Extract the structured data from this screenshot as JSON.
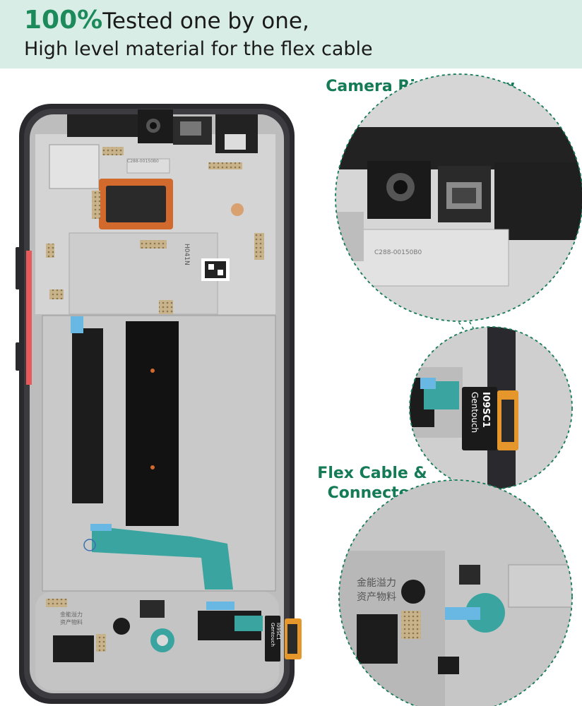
{
  "banner": {
    "highlight": "100%",
    "line1_rest": "Tested one by one,",
    "line2": "High level material for the flex cable"
  },
  "callouts": {
    "camera": "Camera Ring & Screw",
    "flex_line1": "Flex Cable &",
    "flex_line2": "Connecter"
  },
  "product": {
    "flex_brand": "Gentouch",
    "flex_code": "I09SC1",
    "frame_code": "H041N",
    "frame_part": "C288-00150B0",
    "cn_text_1": "金能溢力",
    "cn_text_2": "资产物料"
  },
  "colors": {
    "banner_bg": "#d9ede7",
    "accent_green": "#1d8a5b",
    "callout_green": "#157a56",
    "frame_black": "#2a2a2e",
    "shield_silver": "#cfcfcf",
    "flex_teal": "#3aa5a0",
    "connector_orange": "#e6972b"
  }
}
